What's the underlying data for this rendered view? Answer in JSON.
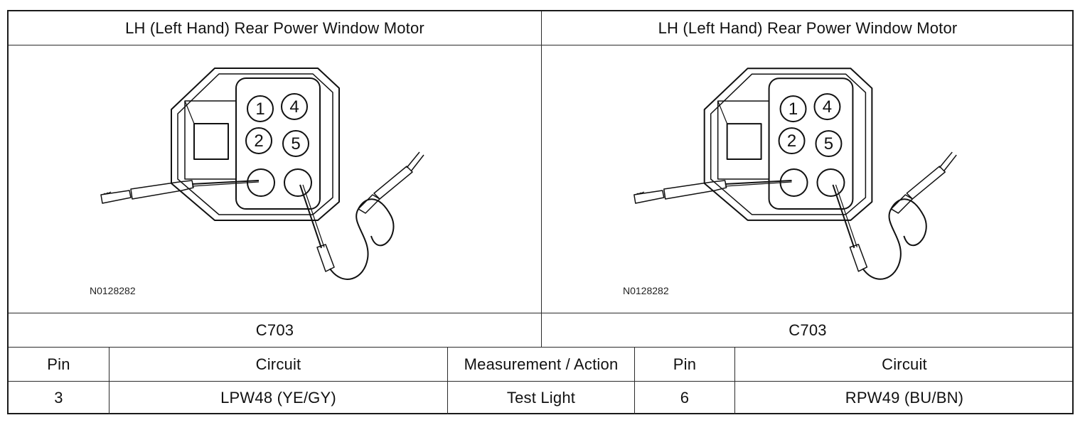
{
  "connector": {
    "left_title": "LH (Left Hand) Rear Power Window Motor",
    "right_title": "LH (Left Hand) Rear Power Window Motor",
    "left_figure_code": "N0128282",
    "right_figure_code": "N0128282",
    "left_connector": "C703",
    "right_connector": "C703",
    "pin_labels": [
      "1",
      "4",
      "2",
      "5"
    ]
  },
  "table": {
    "headers": [
      "Pin",
      "Circuit",
      "Measurement / Action",
      "Pin",
      "Circuit"
    ],
    "row": [
      "3",
      "LPW48 (YE/GY)",
      "Test Light",
      "6",
      "RPW49 (BU/BN)"
    ]
  }
}
